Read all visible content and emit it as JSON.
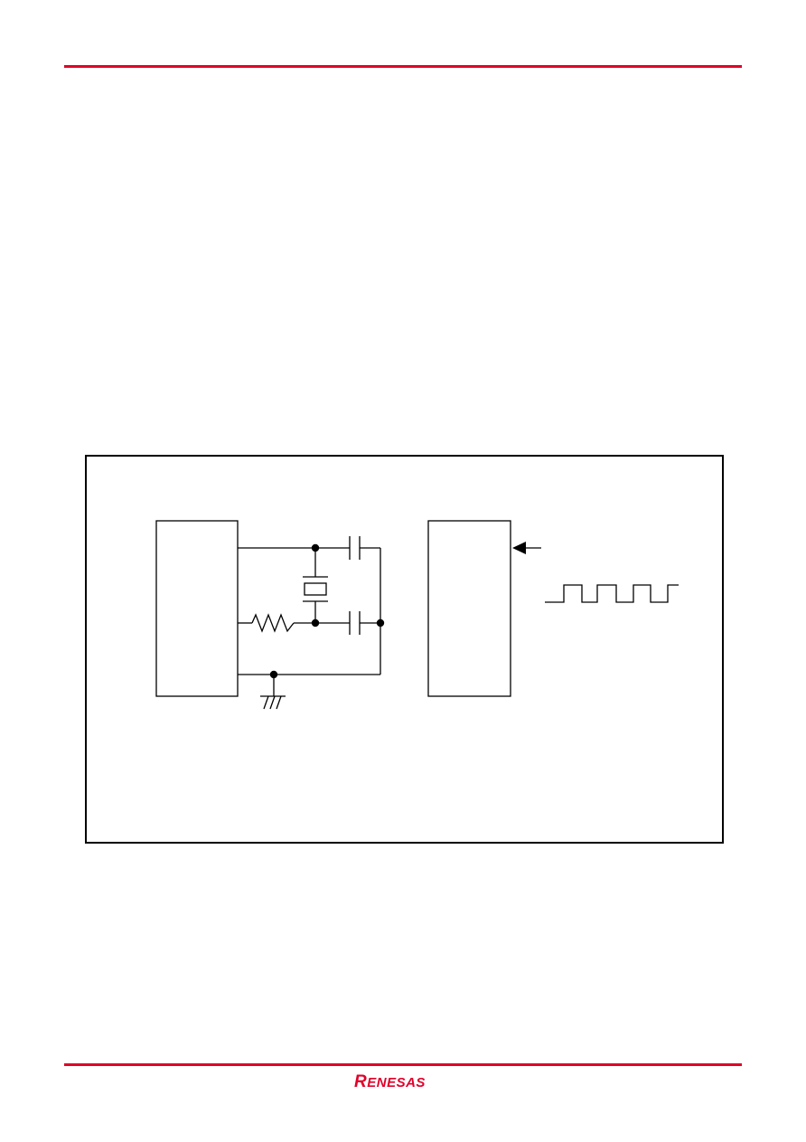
{
  "colors": {
    "accent": "#e0002a",
    "line": "#000000",
    "background": "#ffffff"
  },
  "footer": {
    "logo_text_first": "R",
    "logo_text_rest": "ENESAS"
  },
  "figure": {
    "components": [
      "ic-block-left",
      "ic-block-right",
      "crystal-resonator",
      "load-capacitor-top",
      "load-capacitor-bottom",
      "feedback-resistor",
      "ground-symbol",
      "input-arrow",
      "clock-square-wave"
    ]
  }
}
